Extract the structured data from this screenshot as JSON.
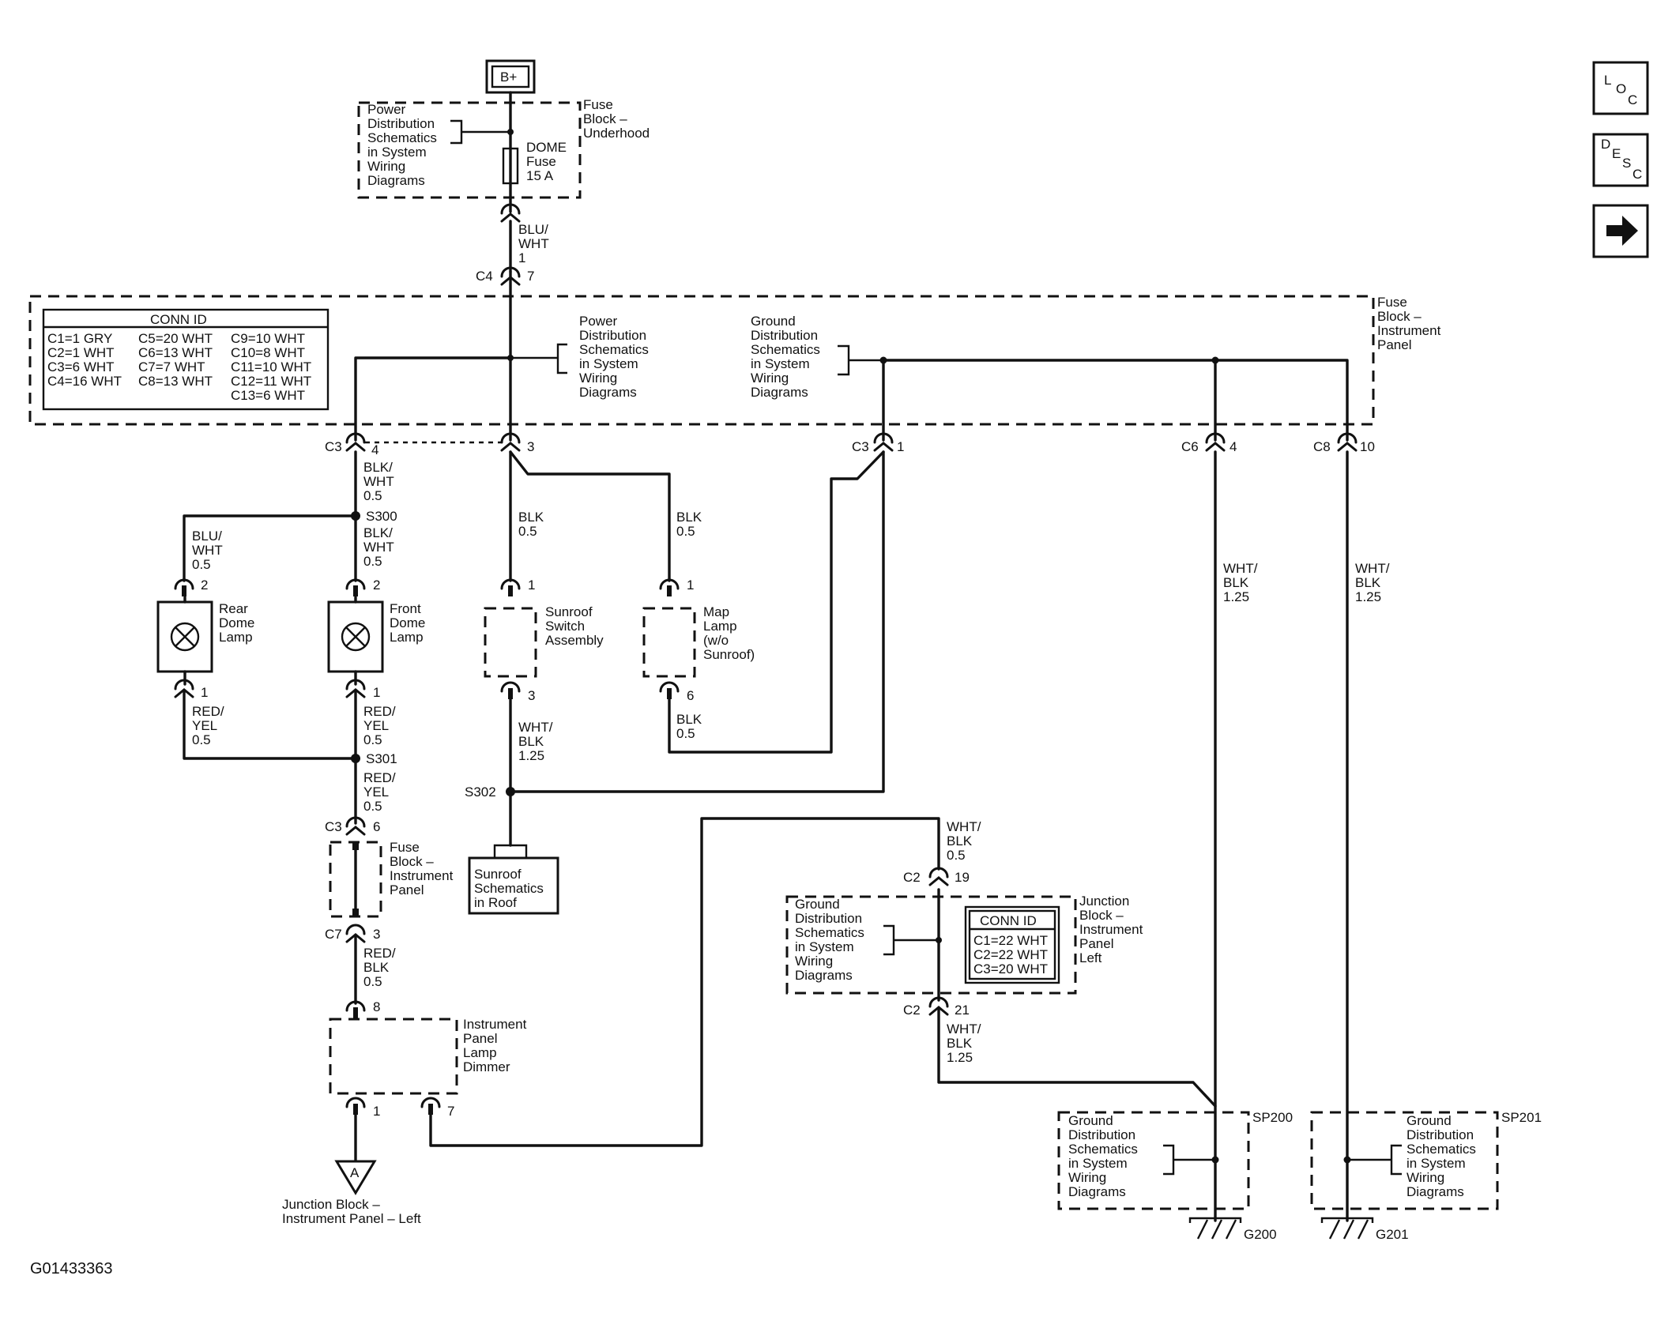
{
  "supply": {
    "label": "B+"
  },
  "nav": {
    "loc": [
      "L",
      "O",
      "C"
    ],
    "desc": [
      "D",
      "E",
      "S",
      "C"
    ],
    "next_icon": "right-arrow-icon"
  },
  "fuse_block_underhood": {
    "title": [
      "Fuse",
      "Block –",
      "Underhood"
    ],
    "power_ref": [
      "Power",
      "Distribution",
      "Schematics",
      "in System",
      "Wiring",
      "Diagrams"
    ],
    "fuse": [
      "DOME",
      "Fuse",
      "15 A"
    ]
  },
  "fuse_block_ip": {
    "title": [
      "Fuse",
      "Block –",
      "Instrument",
      "Panel"
    ],
    "power_ref": [
      "Power",
      "Distribution",
      "Schematics",
      "in System",
      "Wiring",
      "Diagrams"
    ],
    "ground_ref": [
      "Ground",
      "Distribution",
      "Schematics",
      "in System",
      "Wiring",
      "Diagrams"
    ],
    "conn_id": {
      "header": "CONN ID",
      "col1": [
        "C1=1 GRY",
        "C2=1 WHT",
        "C3=6 WHT",
        "C4=16 WHT"
      ],
      "col2": [
        "C5=20 WHT",
        "C6=13 WHT",
        "C7=7 WHT",
        "C8=13 WHT"
      ],
      "col3": [
        "C9=10 WHT",
        "C10=8 WHT",
        "C11=10 WHT",
        "C12=11 WHT",
        "C13=6 WHT"
      ]
    }
  },
  "connectors": {
    "c4": [
      "C4",
      "7"
    ],
    "c3a": [
      "C3",
      "4"
    ],
    "pin3": "3",
    "c3b": [
      "C3",
      "1"
    ],
    "c6": [
      "C6",
      "4"
    ],
    "c8": [
      "C8",
      "10"
    ],
    "rear_in": "2",
    "front_in": "2",
    "rear_out": "1",
    "front_out": "1",
    "sun_in": "1",
    "sun_out": "3",
    "map_in": "1",
    "map_out": "6",
    "c3c": [
      "C3",
      "6"
    ],
    "c7": [
      "C7",
      "3"
    ],
    "dim_in": "8",
    "dim_out1": "1",
    "dim_out7": "7",
    "c2a": [
      "C2",
      "19"
    ],
    "c2b": [
      "C2",
      "21"
    ]
  },
  "wires": {
    "w_top": [
      "BLU/",
      "WHT",
      "1"
    ],
    "w_c3a": [
      "BLK/",
      "WHT",
      "0.5"
    ],
    "w_s300": [
      "BLK/",
      "WHT",
      "0.5"
    ],
    "w_rear": [
      "BLU/",
      "WHT",
      "0.5"
    ],
    "w_sun": [
      "BLK",
      "0.5"
    ],
    "w_map": [
      "BLK",
      "0.5"
    ],
    "w_c6": [
      "WHT/",
      "BLK",
      "1.25"
    ],
    "w_c8": [
      "WHT/",
      "BLK",
      "1.25"
    ],
    "w_rearout": [
      "RED/",
      "YEL",
      "0.5"
    ],
    "w_frontout": [
      "RED/",
      "YEL",
      "0.5"
    ],
    "w_s301": [
      "RED/",
      "YEL",
      "0.5"
    ],
    "w_sunout": [
      "WHT/",
      "BLK",
      "1.25"
    ],
    "w_mapout": [
      "BLK",
      "0.5"
    ],
    "w_c7": [
      "RED/",
      "BLK",
      "0.5"
    ],
    "w_c2a": [
      "WHT/",
      "BLK",
      "0.5"
    ],
    "w_c2b": [
      "WHT/",
      "BLK",
      "1.25"
    ]
  },
  "splices": {
    "s300": "S300",
    "s301": "S301",
    "s302": "S302",
    "sp200": "SP200",
    "sp201": "SP201"
  },
  "components": {
    "rear_dome": [
      "Rear",
      "Dome",
      "Lamp"
    ],
    "front_dome": [
      "Front",
      "Dome",
      "Lamp"
    ],
    "sunroof_switch": [
      "Sunroof",
      "Switch",
      "Assembly"
    ],
    "map_lamp": [
      "Map",
      "Lamp",
      "(w/o",
      "Sunroof)"
    ],
    "fuse_block_ip_small": [
      "Fuse",
      "Block –",
      "Instrument",
      "Panel"
    ],
    "sunroof_ref": [
      "Sunroof",
      "Schematics",
      "in Roof"
    ],
    "dimmer": [
      "Instrument",
      "Panel",
      "Lamp",
      "Dimmer"
    ],
    "junction_ref_letter": "A",
    "junction_ref_text": [
      "Junction Block –",
      "Instrument Panel – Left"
    ]
  },
  "junction_block": {
    "title": [
      "Junction",
      "Block –",
      "Instrument",
      "Panel",
      "Left"
    ],
    "ground_ref": [
      "Ground",
      "Distribution",
      "Schematics",
      "in System",
      "Wiring",
      "Diagrams"
    ],
    "conn_id": {
      "header": "CONN ID",
      "rows": [
        "C1=22 WHT",
        "C2=22 WHT",
        "C3=20 WHT"
      ]
    }
  },
  "grounds": {
    "sp200_ref": [
      "Ground",
      "Distribution",
      "Schematics",
      "in System",
      "Wiring",
      "Diagrams"
    ],
    "sp201_ref": [
      "Ground",
      "Distribution",
      "Schematics",
      "in System",
      "Wiring",
      "Diagrams"
    ],
    "g200": "G200",
    "g201": "G201"
  },
  "figure_id": "G01433363"
}
